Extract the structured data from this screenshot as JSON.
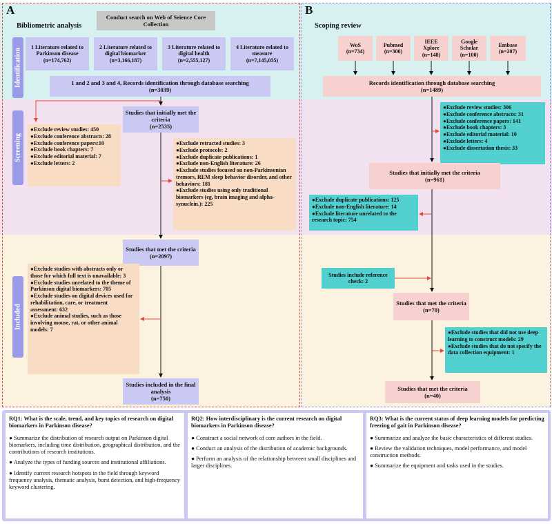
{
  "panelA": {
    "letter": "A",
    "title": "Bibliometric analysis",
    "phases": {
      "identification": "Identification",
      "screening": "Screening",
      "included": "Included"
    },
    "search": "Conduct search on Web of Seience Core Collection",
    "literature": [
      {
        "label": "1 Literature related to Parkinson disease",
        "count": "(n=174,762)"
      },
      {
        "label": "2 Literature related to digital biomarker",
        "count": "(n=3,166,187)"
      },
      {
        "label": "3 Literature related to digital health",
        "count": "(n=2,555,127)"
      },
      {
        "label": "4 Literature related to measure",
        "count": "(n=7,145,035)"
      }
    ],
    "records": {
      "label": "1 and 2 and 3 and 4, Records identification through database searching",
      "count": "(n=3039)"
    },
    "initial": {
      "label": "Studies that initially met the criteria",
      "count": "(n=2535)"
    },
    "exclude_left": [
      "●Exclude review studies: 450",
      "●Exclude conference abstracts: 28",
      "●Exclude conference papers:10",
      "●Exclude book chapters: 7",
      "●Exclude editorial material: 7",
      "●Exclude letters: 2"
    ],
    "exclude_right": [
      "●Exclude retracted studies: 3",
      "●Exclude protocols: 2",
      "●Exclude duplicate publications: 1",
      "●Exclude non-English literature: 26",
      "●Exclude studies focused on non-Parkinsonian tremors, REM sleep behavior disorder, and other behaviors: 181",
      "●Exclude studies using only traditional biomarkers (eg, brain imaging and alpha-synuclein.): 225"
    ],
    "met": {
      "label": "Studies that met the criteria",
      "count": "(n=2097)"
    },
    "exclude_included": [
      "●Exclude studies with abstracts only or those for which full text is unavailable: 3",
      "●Exclude studies unrelated to the theme of Parkinson digital biomarkers: 705",
      "●Exclude studies on digital devices used for rehabilitation, care, or treatment assessment: 632",
      "●Exclude animal studies, such as those involving mouse, rat, or other animal models: 7"
    ],
    "final": {
      "label": "Studies included in the final analysis",
      "count": "(n=750)"
    }
  },
  "panelB": {
    "letter": "B",
    "title": "Scoping review",
    "databases": [
      {
        "name": "WoS",
        "count": "(n=734)"
      },
      {
        "name": "Pubmed",
        "count": "(n=300)"
      },
      {
        "name": "IEEE Xplore",
        "count": "(n=148)"
      },
      {
        "name": "Google Scholar",
        "count": "(n=100)"
      },
      {
        "name": "Embase",
        "count": "(n=207)"
      }
    ],
    "records": {
      "label": "Records identification through database searching",
      "count": "(n=1489)"
    },
    "exclude1": [
      "●Exclude review studies: 306",
      "●Exclude conference abstracts: 31",
      "●Exclude conference papers: 141",
      "●Exclude book chapters: 3",
      "●Exclude editorial material: 10",
      "●Exclude letters: 4",
      "●Exclude dissertation thesis: 33"
    ],
    "initial": {
      "label": "Studies that initially met the criteria",
      "count": "(n=961)"
    },
    "exclude2": [
      "●Exclude duplicate publications: 125",
      "●Exclude non-English literature: 14",
      "●Exclude literature unrelated to the research topic: 754"
    ],
    "reference": "Studies include reference check: 2",
    "met": {
      "label": "Studies that met the criteria",
      "count": "(n=70)"
    },
    "exclude3": [
      "●Exclude studies that did not use deep learning to construct models: 29",
      "●Exclude studies that do not specify the data collection equipment: 1"
    ],
    "final": {
      "label": "Studies that met the criteria",
      "count": "(n=40)"
    }
  },
  "rq": [
    {
      "question": "RQ1: What is the scale, trend, and key topics of research on digital biomarkers in Parkinson disease?",
      "points": [
        "● Summarize the distribution of research output on Parkinson digital biomarkers, including time distribution, geographical distribution, and the contributions of research institutions.",
        "● Analyze the types of funding sources and institutional affiliations.",
        "● Identify current research hotspots in the field through keyword frequency analysis, thematic analysis, burst detection, and high-frequency keyword clustering."
      ]
    },
    {
      "question": "RQ2: How interdisciplinary is the current research on digital biomarkers in Parkinson disease?",
      "points": [
        "● Construct a social network of core authors in the field.",
        "● Conduct an analysis of the distribution of academic backgrounds.",
        "● Perform an analysis of the relationship between small disciplines and larger disciplines."
      ]
    },
    {
      "question": "RQ3: What is the current status of deep learning models for predicting freezing of gait in Parkinson disease?",
      "points": [
        "● Summarize and analyze the basic characteristics of different studies.",
        "● Review the validation techniques, model performance, and model construction methods.",
        "● Summarize the equipment and tasks used in the studies."
      ]
    }
  ]
}
